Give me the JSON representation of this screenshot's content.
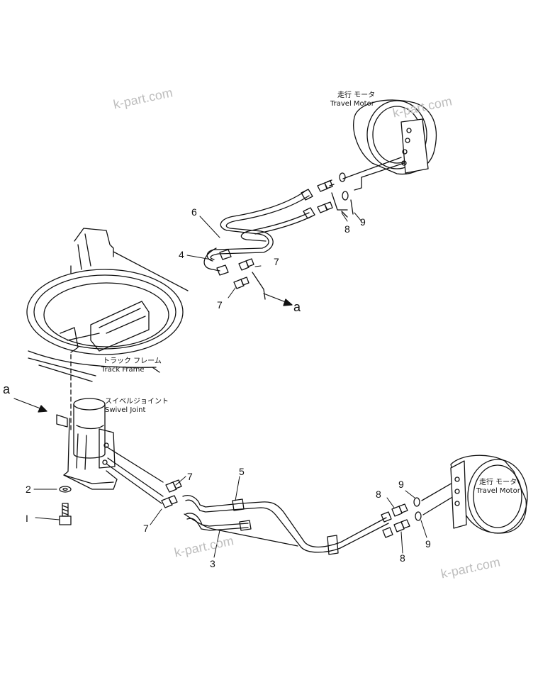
{
  "watermarks": [
    "k-part.com",
    "k-part.com",
    "k-part.com",
    "k-part.com"
  ],
  "captions": {
    "travel_motor_top_jp": "走行 モータ",
    "travel_motor_top_en": "Travel Motor",
    "travel_motor_right_jp": "走行 モータ",
    "travel_motor_right_en": "Travel Motor",
    "track_frame_jp": "トラック フレーム",
    "track_frame_en": "Track Frame",
    "swivel_joint_jp": "スイベルジョイント",
    "swivel_joint_en": "Swivel Joint"
  },
  "callouts": {
    "n1": "I",
    "n2": "2",
    "n3": "3",
    "n4": "4",
    "n5": "5",
    "n6": "6",
    "n7a": "7",
    "n7b": "7",
    "n7c": "7",
    "n7d": "7",
    "n8a": "8",
    "n8b": "8",
    "n8c": "8",
    "n9a": "9",
    "n9b": "9",
    "n9c": "9",
    "a_right": "a",
    "a_left": "a"
  },
  "colors": {
    "ink": "#111111",
    "watermark": "#bdbdbd",
    "background": "#ffffff"
  }
}
